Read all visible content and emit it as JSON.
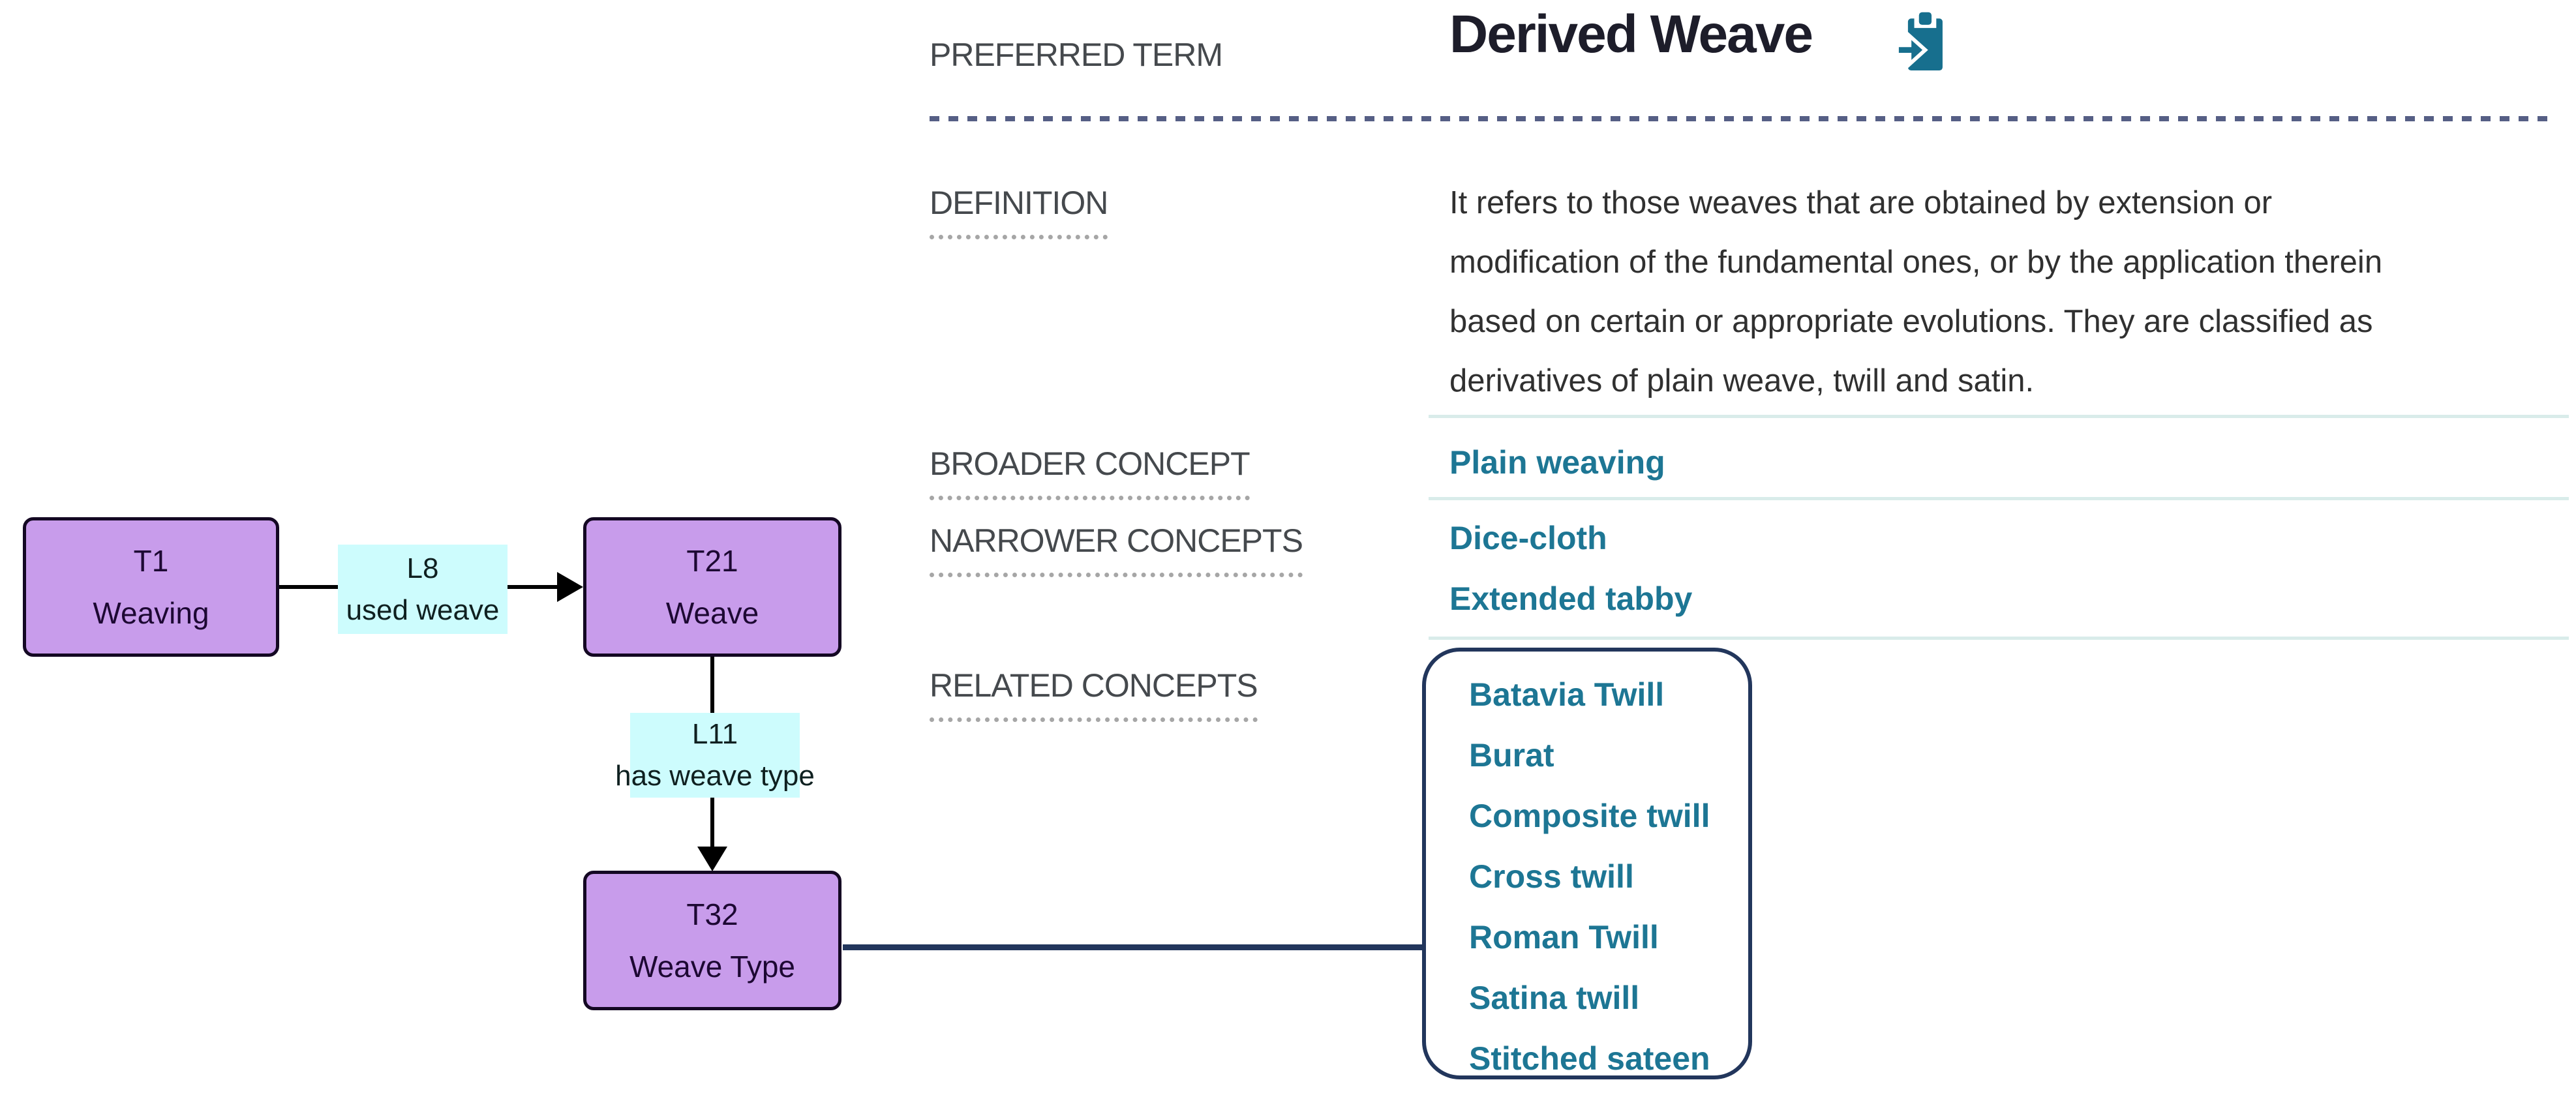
{
  "detail_panel": {
    "preferred_term": {
      "label": "PREFERRED TERM",
      "value": "Derived Weave"
    },
    "definition": {
      "label": "DEFINITION",
      "lines": [
        "It refers to those weaves that are obtained by extension or",
        "modification of the fundamental ones, or by the application therein",
        "based on certain or appropriate evolutions. They are classified as",
        "derivatives of plain weave, twill and satin."
      ]
    },
    "broader": {
      "label": "BROADER CONCEPT",
      "items": [
        "Plain weaving"
      ]
    },
    "narrower": {
      "label": "NARROWER CONCEPTS",
      "items": [
        "Dice-cloth",
        "Extended tabby"
      ]
    },
    "related": {
      "label": "RELATED CONCEPTS",
      "items": [
        "Batavia Twill",
        "Burat",
        "Composite twill",
        "Cross twill",
        "Roman Twill",
        "Satina twill",
        "Stitched sateen"
      ]
    }
  },
  "diagram": {
    "nodes": [
      {
        "id": "T1",
        "label": "Weaving"
      },
      {
        "id": "T21",
        "label": "Weave"
      },
      {
        "id": "T32",
        "label": "Weave Type"
      }
    ],
    "edges": [
      {
        "id": "L8",
        "label": "used weave"
      },
      {
        "id": "L11",
        "label": "has weave type"
      }
    ]
  },
  "icons": {
    "title_icon": "copy-to-clipboard"
  },
  "colors": {
    "node_fill": "#c89ceb",
    "node_border": "#140823",
    "edge_label_fill": "#cdfcfd",
    "link_teal": "#1d7694",
    "navy": "#22365c",
    "label_gray": "#45494d",
    "separator_teal": "#d9ecea",
    "dashed_rule": "#565f85",
    "icon_teal": "#176f8e"
  }
}
